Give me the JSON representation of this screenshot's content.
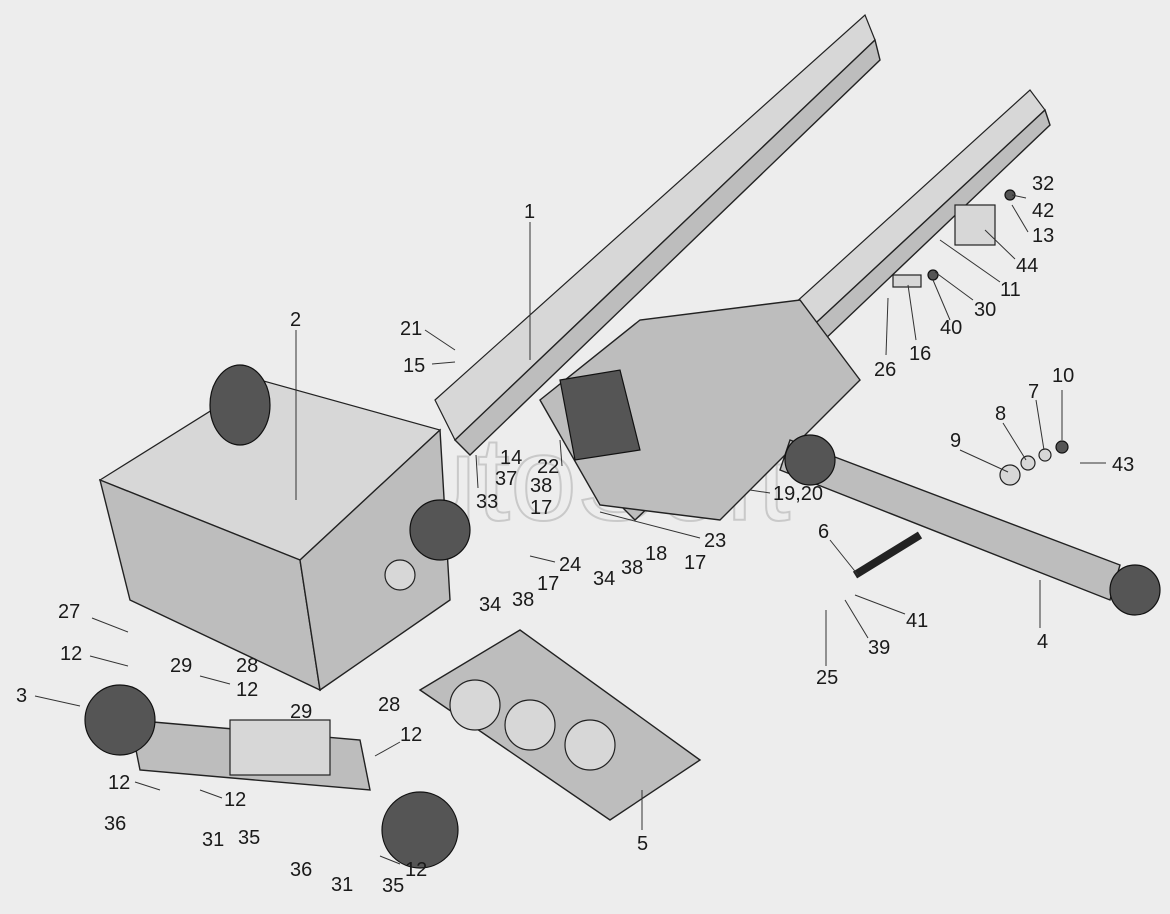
{
  "watermark": "AutoSoft",
  "callouts": [
    {
      "id": "c1",
      "text": "1"
    },
    {
      "id": "c2",
      "text": "2"
    },
    {
      "id": "c3",
      "text": "3"
    },
    {
      "id": "c4",
      "text": "4"
    },
    {
      "id": "c5",
      "text": "5"
    },
    {
      "id": "c6",
      "text": "6"
    },
    {
      "id": "c7",
      "text": "7"
    },
    {
      "id": "c8",
      "text": "8"
    },
    {
      "id": "c9",
      "text": "9"
    },
    {
      "id": "c10",
      "text": "10"
    },
    {
      "id": "c11",
      "text": "11"
    },
    {
      "id": "c12a",
      "text": "12"
    },
    {
      "id": "c12b",
      "text": "12"
    },
    {
      "id": "c12c",
      "text": "12"
    },
    {
      "id": "c12d",
      "text": "12"
    },
    {
      "id": "c12e",
      "text": "12"
    },
    {
      "id": "c12f",
      "text": "12"
    },
    {
      "id": "c13",
      "text": "13"
    },
    {
      "id": "c14",
      "text": "14"
    },
    {
      "id": "c15",
      "text": "15"
    },
    {
      "id": "c16",
      "text": "16"
    },
    {
      "id": "c17a",
      "text": "17"
    },
    {
      "id": "c17b",
      "text": "17"
    },
    {
      "id": "c17c",
      "text": "17"
    },
    {
      "id": "c18",
      "text": "18"
    },
    {
      "id": "c1920",
      "text": "19,20"
    },
    {
      "id": "c21",
      "text": "21"
    },
    {
      "id": "c22",
      "text": "22"
    },
    {
      "id": "c23",
      "text": "23"
    },
    {
      "id": "c24",
      "text": "24"
    },
    {
      "id": "c25",
      "text": "25"
    },
    {
      "id": "c26",
      "text": "26"
    },
    {
      "id": "c27",
      "text": "27"
    },
    {
      "id": "c28a",
      "text": "28"
    },
    {
      "id": "c28b",
      "text": "28"
    },
    {
      "id": "c29a",
      "text": "29"
    },
    {
      "id": "c29b",
      "text": "29"
    },
    {
      "id": "c30",
      "text": "30"
    },
    {
      "id": "c31a",
      "text": "31"
    },
    {
      "id": "c31b",
      "text": "31"
    },
    {
      "id": "c32",
      "text": "32"
    },
    {
      "id": "c33",
      "text": "33"
    },
    {
      "id": "c34a",
      "text": "34"
    },
    {
      "id": "c34b",
      "text": "34"
    },
    {
      "id": "c35a",
      "text": "35"
    },
    {
      "id": "c35b",
      "text": "35"
    },
    {
      "id": "c36a",
      "text": "36"
    },
    {
      "id": "c36b",
      "text": "36"
    },
    {
      "id": "c37",
      "text": "37"
    },
    {
      "id": "c38a",
      "text": "38"
    },
    {
      "id": "c38b",
      "text": "38"
    },
    {
      "id": "c38c",
      "text": "38"
    },
    {
      "id": "c39",
      "text": "39"
    },
    {
      "id": "c40",
      "text": "40"
    },
    {
      "id": "c41",
      "text": "41"
    },
    {
      "id": "c42",
      "text": "42"
    },
    {
      "id": "c43",
      "text": "43"
    },
    {
      "id": "c44",
      "text": "44"
    }
  ]
}
